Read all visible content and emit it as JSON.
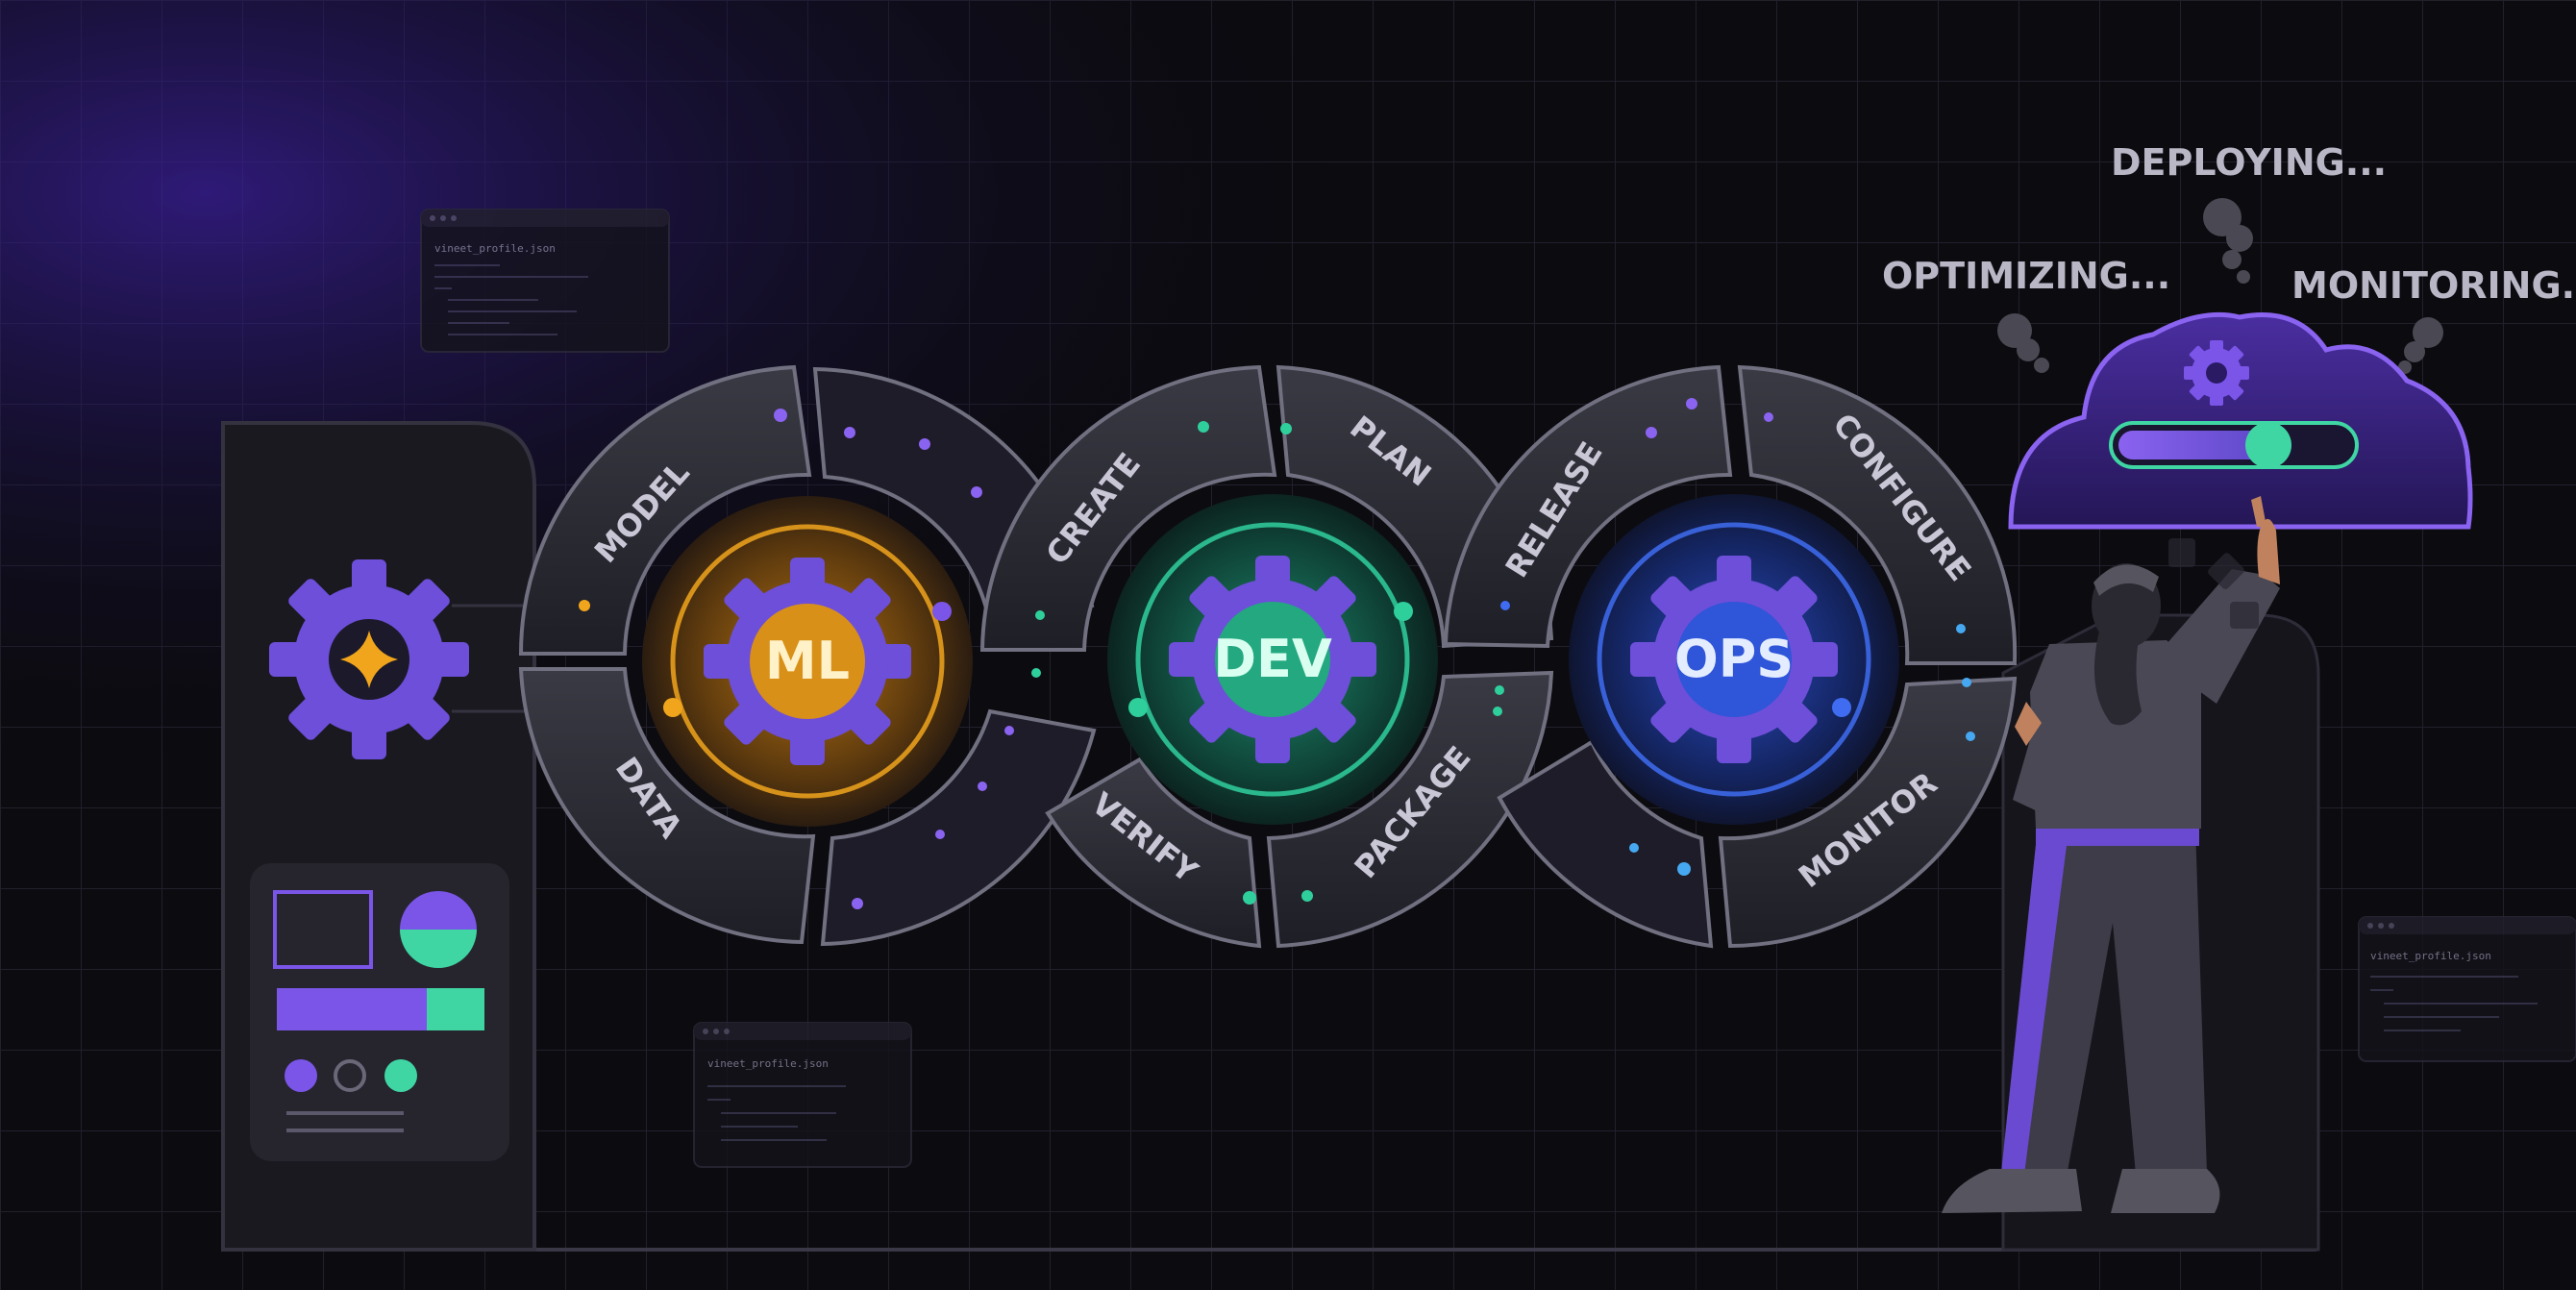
{
  "cycle": {
    "ml": {
      "hub_label": "ML",
      "segments": [
        "MODEL",
        "DATA"
      ]
    },
    "dev": {
      "hub_label": "DEV",
      "segments": [
        "CREATE",
        "PLAN",
        "PACKAGE",
        "VERIFY"
      ]
    },
    "ops": {
      "hub_label": "OPS",
      "segments": [
        "RELEASE",
        "CONFIGURE",
        "MONITOR"
      ]
    }
  },
  "status": {
    "optimizing": "OPTIMIZING...",
    "deploying": "DEPLOYING...",
    "monitoring": "MONITORING..."
  },
  "cloud_panel": {
    "slider_level": 0.65
  },
  "code_windows": [
    {
      "filename": "vineet_profile.json"
    },
    {
      "filename": "vineet_profile.json"
    },
    {
      "filename": "vineet_profile.json"
    }
  ],
  "colors": {
    "ml": "#f0a51c",
    "dev": "#2fcf9c",
    "ops": "#3f6cf0",
    "accent": "#7a55e8",
    "teal": "#3fd6a4"
  }
}
